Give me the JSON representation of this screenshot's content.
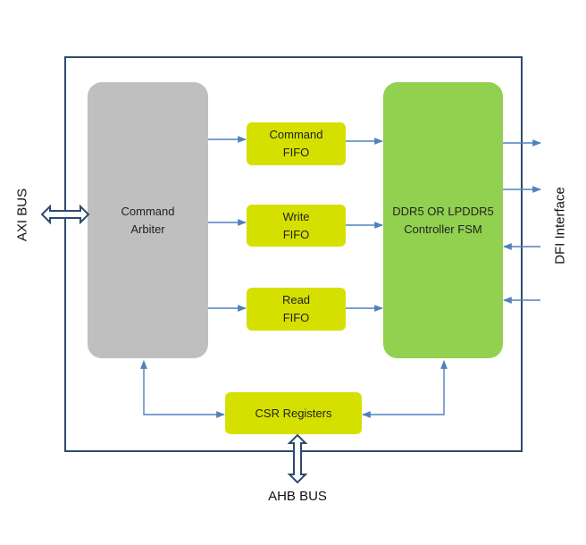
{
  "diagram": {
    "blocks": {
      "command_arbiter": {
        "line1": "Command",
        "line2": "Arbiter"
      },
      "command_fifo": {
        "line1": "Command",
        "line2": "FIFO"
      },
      "write_fifo": {
        "line1": "Write",
        "line2": "FIFO"
      },
      "read_fifo": {
        "line1": "Read",
        "line2": "FIFO"
      },
      "controller_fsm": {
        "line1": "DDR5 OR LPDDR5",
        "line2": "Controller FSM"
      },
      "csr_registers": {
        "label": "CSR Registers"
      }
    },
    "external": {
      "axi_bus": "AXI BUS",
      "dfi_interface": "DFI Interface",
      "ahb_bus": "AHB BUS"
    },
    "colors": {
      "frame": "#2e4a6e",
      "arbiter_fill": "#bfbfbf",
      "fifo_fill": "#d6e000",
      "fsm_fill": "#92d050",
      "arrow": "#4f81bd",
      "bus_arrow": "#2e4a6e"
    }
  }
}
